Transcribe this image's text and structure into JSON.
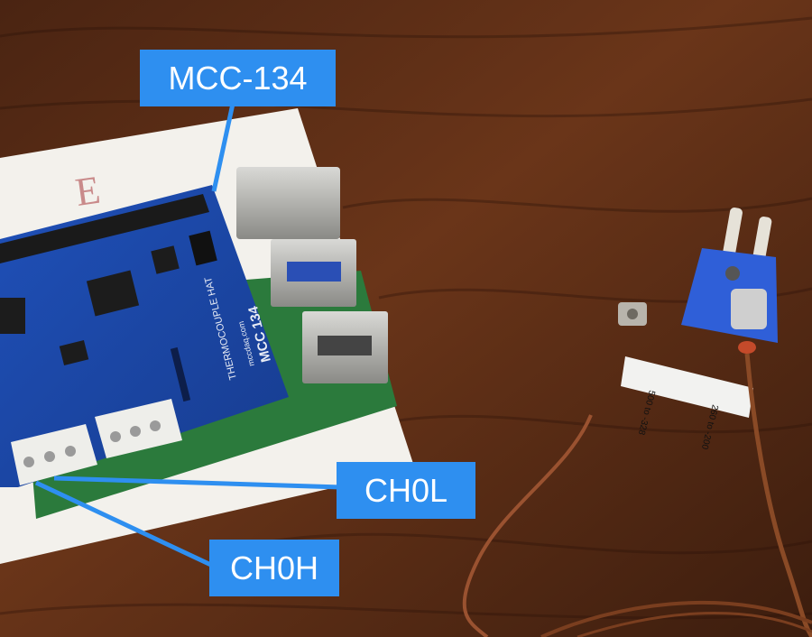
{
  "labels": {
    "board": "MCC-134",
    "channel_low": "CH0L",
    "channel_high": "CH0H"
  },
  "board_silkscreen": {
    "title": "THERMOCOUPLE HAT",
    "model": "MCC 134",
    "website": "mccdaq.com"
  },
  "card_text": "E",
  "connector_tag": {
    "range_f": "500 to -328",
    "range_c": "260 to -200"
  },
  "colors": {
    "callout": "#2e8ff0",
    "callout_text": "#ffffff",
    "wood": "#5a2e17",
    "board": "#1d49a8",
    "connector": "#2f5fd8",
    "wire": "#9a4a22"
  }
}
